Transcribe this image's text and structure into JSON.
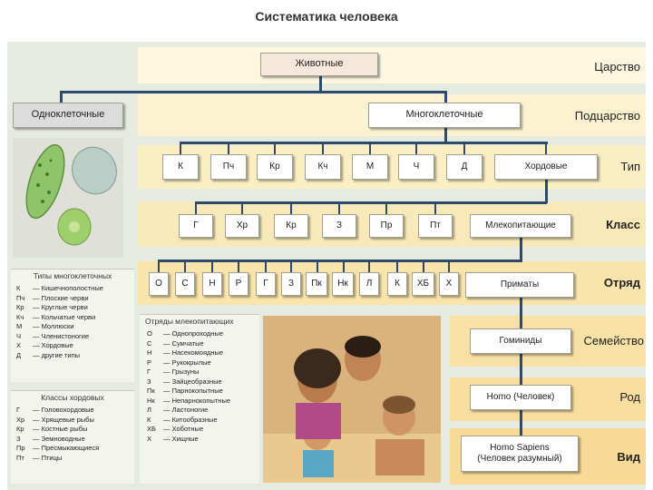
{
  "title": "Систематика человека",
  "ranks": {
    "kingdom": "Царство",
    "subkingdom": "Подцарство",
    "type": "Тип",
    "class": "Класс",
    "order": "Отряд",
    "family": "Семейство",
    "genus": "Род",
    "species": "Вид"
  },
  "nodes": {
    "animals": "Животные",
    "unicellular": "Одноклеточные",
    "multicellular": "Многоклеточные",
    "chordates": "Хордовые",
    "mammals": "Млекопитающие",
    "primates": "Приматы",
    "hominids": "Гоминиды",
    "homo": "Homo (Человек)",
    "sapiens_l1": "Homo Sapiens",
    "sapiens_l2": "(Человек разумный)"
  },
  "type_boxes": [
    "К",
    "Пч",
    "Кр",
    "Кч",
    "М",
    "Ч",
    "Д"
  ],
  "class_boxes": [
    "Г",
    "Хр",
    "Кр",
    "З",
    "Пр",
    "Пт"
  ],
  "order_boxes": [
    "О",
    "С",
    "Н",
    "Р",
    "Г",
    "З",
    "Пк",
    "Нк",
    "Л",
    "К",
    "ХБ",
    "Х"
  ],
  "legend_types": {
    "heading": "Типы многоклеточных",
    "items": [
      [
        "К",
        "— Кишечнополостные"
      ],
      [
        "Пч",
        "— Плоские черви"
      ],
      [
        "Кр",
        "— Круглые черви"
      ],
      [
        "Кч",
        "— Кольчатые черви"
      ],
      [
        "М",
        "— Моллюски"
      ],
      [
        "Ч",
        "— Членистоногие"
      ],
      [
        "Х",
        "— Хордовые"
      ],
      [
        "Д",
        "— другие типы"
      ]
    ]
  },
  "legend_classes": {
    "heading": "Классы хордовых",
    "items": [
      [
        "Г",
        "— Головохордовые"
      ],
      [
        "Хр",
        "— Хрящевые рыбы"
      ],
      [
        "Кр",
        "— Костные рыбы"
      ],
      [
        "З",
        "— Земноводные"
      ],
      [
        "Пр",
        "— Пресмыкающиеся"
      ],
      [
        "Пт",
        "— Птицы"
      ]
    ]
  },
  "legend_orders": {
    "heading": "Отряды млекопитающих",
    "items": [
      [
        "О",
        "— Однопроходные"
      ],
      [
        "С",
        "— Сумчатые"
      ],
      [
        "Н",
        "— Насекомоядные"
      ],
      [
        "Р",
        "— Рукокрылые"
      ],
      [
        "Г",
        "— Грызуны"
      ],
      [
        "З",
        "— Зайцеобразные"
      ],
      [
        "Пк",
        "— Парнокопытные"
      ],
      [
        "Нк",
        "— Непарнокопытные"
      ],
      [
        "Л",
        "— Ластоногие"
      ],
      [
        "К",
        "— Китообразные"
      ],
      [
        "ХБ",
        "— Хоботные"
      ],
      [
        "Х",
        "— Хищные"
      ]
    ]
  },
  "colors": {
    "band_top": "#fdf6d8",
    "band_bottom": "#f6dc96",
    "connector": "#2e4a6b",
    "background": "#e6ebe2"
  }
}
